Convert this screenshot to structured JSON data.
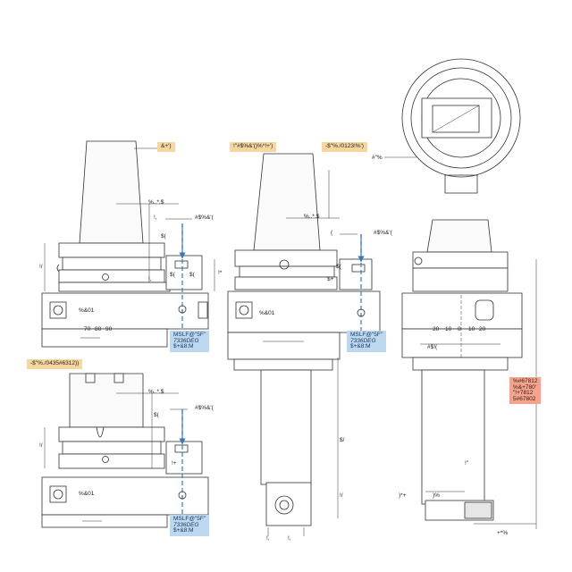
{
  "labels": {
    "top_left_callout": "&+')",
    "top_middle_callout": "!\"#$%&'()%*!+')",
    "top_right_callout": "-$\"%./0123!%')",
    "middle_left_callout": "-$\"%./0435#6312))",
    "detail_label": "#\"%",
    "dim_pct_1": "%..*.$",
    "dim_pct_2": "%..*.$",
    "dim_pct_3": "%..*.$",
    "dim_hash_1": "#$%&'(",
    "dim_hash_2": "#$%&'(",
    "dim_hash_3": "#$%&'(",
    "marker_left_1": "%&01",
    "marker_left_2": "%&01",
    "marker_mid": "%&01",
    "dim_right_width": "#$!(",
    "dim_t1": "!,",
    "dim_t2": "!,",
    "dim_t3": "!,",
    "dim_t4": "!,",
    "dim_s1": "$(",
    "dim_s2": "$(",
    "dim_s3": "$(",
    "dim_s4": "$(",
    "dim_s5": "$(",
    "dim_splus": "$+",
    "dim_splus2": "$+",
    "dim_lparen": "(",
    "dim_slash1": "!/",
    "dim_slash2": "!/",
    "dim_slash3": "$/",
    "dim_slash4": "!/",
    "dim_slash5": "!*",
    "dim_bottom_1": "!,",
    "dim_bottom_2": "!,",
    "dim_bottom_r1": ")*+",
    "dim_bottom_r2": ")%",
    "dim_bottom_r3": "+*%",
    "dim_bottom_r4": "!\"",
    "dim_one_plus": "!+",
    "scale_labels": [
      "70",
      "80",
      "90"
    ],
    "scale_labels_right": [
      "20",
      "10",
      "0",
      "10",
      "20"
    ]
  },
  "blue_box_1": {
    "line1": "MSLF@\"5F\"",
    "line2": "7336DEG",
    "line3": "$+&8:M"
  },
  "blue_box_2": {
    "line1": "MSLF@\"5F\"",
    "line2": "7336DEG",
    "line3": "$+&8:M"
  },
  "blue_box_3": {
    "line1": "MSLF@\"5F\"",
    "line2": "7336DEG",
    "line3": "$+&8:M"
  },
  "red_box": {
    "line1": "%#67812",
    "line2": "%&+780'",
    "line3": "\"!+7812",
    "line4": "5#67802"
  },
  "colors": {
    "line": "#333333",
    "centerline": "#3a78c0",
    "yellow_tag": "#f7d7a0",
    "blue_tag": "#bcd7ee",
    "red_tag": "#f3a48e"
  }
}
